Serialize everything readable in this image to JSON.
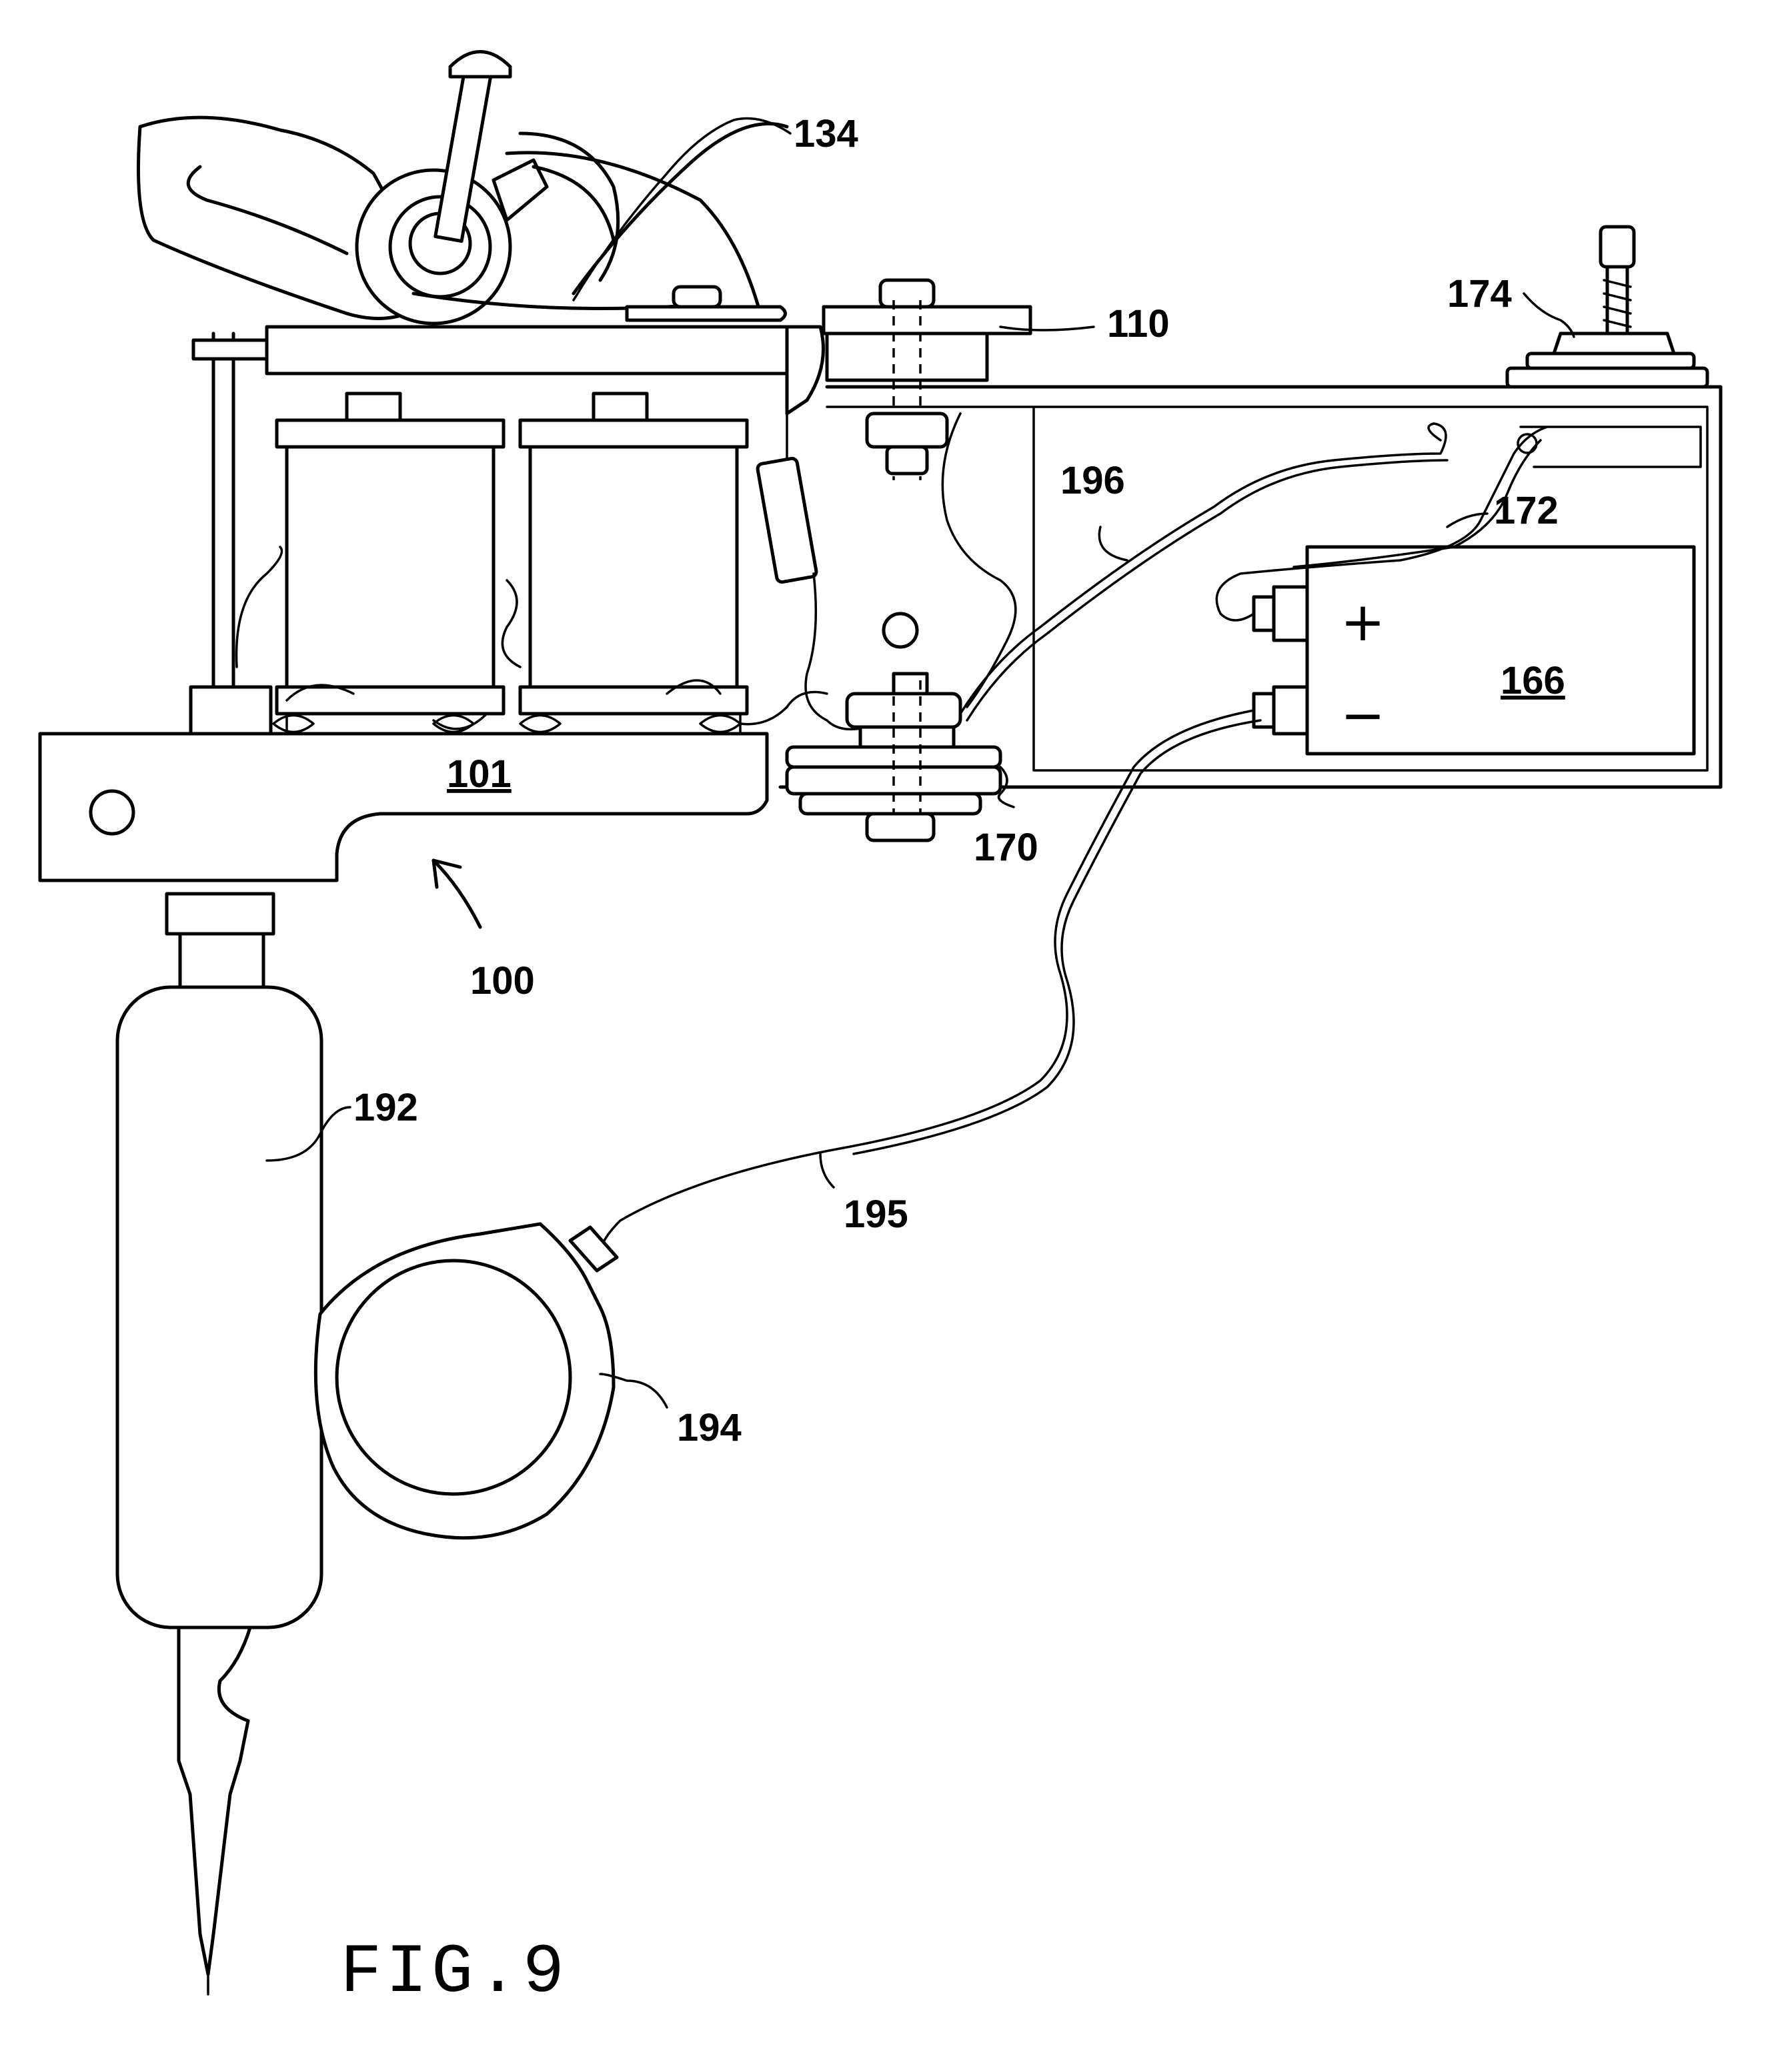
{
  "figure": {
    "caption": "FIG.9",
    "labels": {
      "l134": "134",
      "l110": "110",
      "l174": "174",
      "l196": "196",
      "l172": "172",
      "l166": "166",
      "l101": "101",
      "l170": "170",
      "l100": "100",
      "l192": "192",
      "l195": "195",
      "l194": "194"
    },
    "battery_signs": {
      "plus": "+",
      "minus": "−"
    }
  }
}
